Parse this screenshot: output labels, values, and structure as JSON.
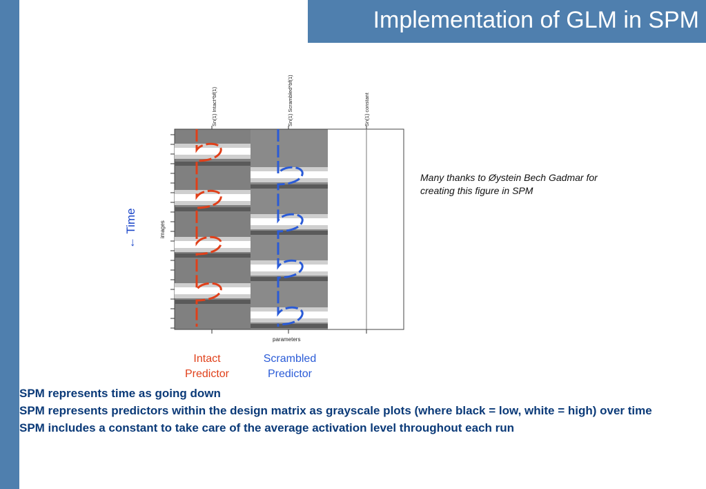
{
  "slide": {
    "title": "Implementation of GLM in SPM",
    "accent_color": "#4f7fae",
    "bullet_color": "#0b3a78"
  },
  "figure": {
    "column_labels": [
      "Sn(1) Intact*bf(1)",
      "Sn(1) Scrambled*bf(1)",
      "Sn(1) constant"
    ],
    "y_axis_label": "images",
    "x_axis_label": "parameters",
    "time_label": "← Time",
    "intact_color": "#e0401a",
    "scrambled_color": "#2a5bd7"
  },
  "predictors": {
    "intact": [
      "Intact",
      "Predictor"
    ],
    "scrambled": [
      "Scrambled",
      "Predictor"
    ]
  },
  "credit": "Many thanks to Øystein Bech Gadmar for creating this figure in SPM",
  "bullets": [
    "SPM represents time as going down",
    "SPM represents predictors within the design matrix as grayscale plots (where black = low, white = high) over time",
    "SPM includes a constant to take care of the average activation level throughout each run"
  ]
}
